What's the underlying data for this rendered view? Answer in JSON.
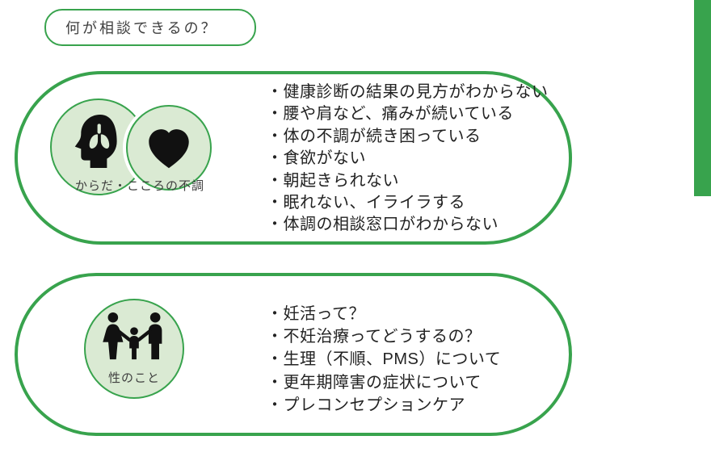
{
  "colors": {
    "green": "#38a34d",
    "light_green": "#daead3",
    "text_dark": "#3f3f3f",
    "text_list": "#222222",
    "icon_black": "#111111"
  },
  "title_bubble": {
    "label": "何が相談できるの？"
  },
  "sections": [
    {
      "label": "からだ・こころの不調",
      "icons": [
        "head-lungs-icon",
        "heart-icon"
      ],
      "items": [
        "・健康診断の結果の見方がわからない",
        "・腰や肩など、痛みが続いている",
        "・体の不調が続き困っている",
        "・食欲がない",
        "・朝起きられない",
        "・眠れない、イライラする",
        "・体調の相談窓口がわからない"
      ]
    },
    {
      "label": "性のこと",
      "icons": [
        "family-icon"
      ],
      "items": [
        "・妊活って？",
        "・不妊治療ってどうするの？",
        "・生理（不順、PMS）について",
        "・更年期障害の症状について",
        "・プレコンセプションケア"
      ]
    }
  ]
}
